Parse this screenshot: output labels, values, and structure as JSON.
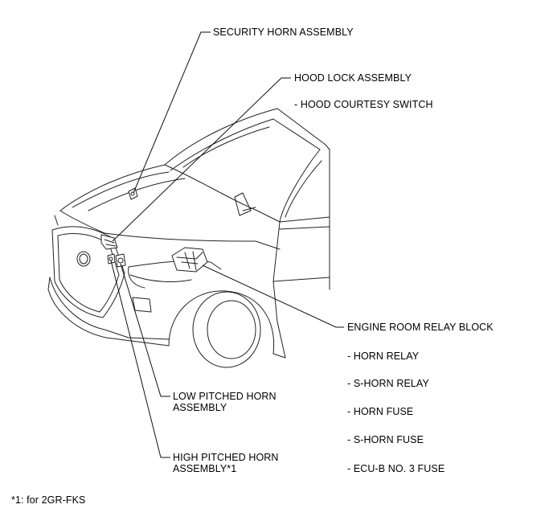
{
  "callouts": {
    "security_horn": "SECURITY HORN ASSEMBLY",
    "hood_lock": "HOOD LOCK ASSEMBLY",
    "hood_courtesy_switch": "- HOOD COURTESY SWITCH",
    "engine_room_relay_block": "ENGINE ROOM RELAY BLOCK",
    "horn_relay": "- HORN RELAY",
    "s_horn_relay": "- S-HORN RELAY",
    "horn_fuse": "- HORN FUSE",
    "s_horn_fuse": "- S-HORN FUSE",
    "ecu_b_fuse": "- ECU-B NO. 3 FUSE",
    "low_horn_line1": "LOW PITCHED HORN",
    "low_horn_line2": "ASSEMBLY",
    "high_horn_line1": "HIGH PITCHED HORN",
    "high_horn_line2": "ASSEMBLY*1"
  },
  "footnote": "*1: for 2GR-FKS"
}
